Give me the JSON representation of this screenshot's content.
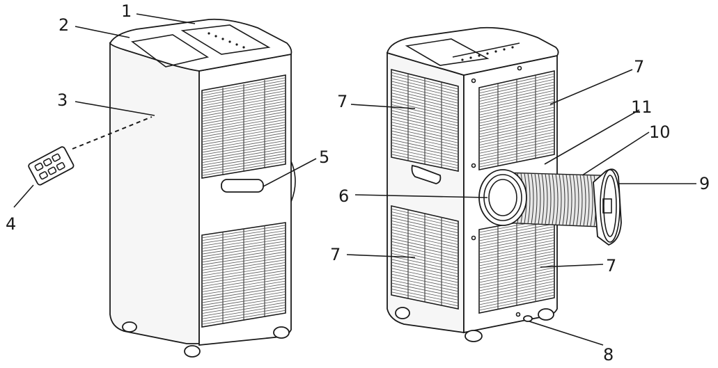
{
  "callouts": {
    "c1": "1",
    "c2": "2",
    "c3": "3",
    "c4": "4",
    "c5": "5",
    "c6": "6",
    "c7a": "7",
    "c7b": "7",
    "c7c": "7",
    "c7d": "7",
    "c8": "8",
    "c9": "9",
    "c10": "10",
    "c11": "11"
  }
}
